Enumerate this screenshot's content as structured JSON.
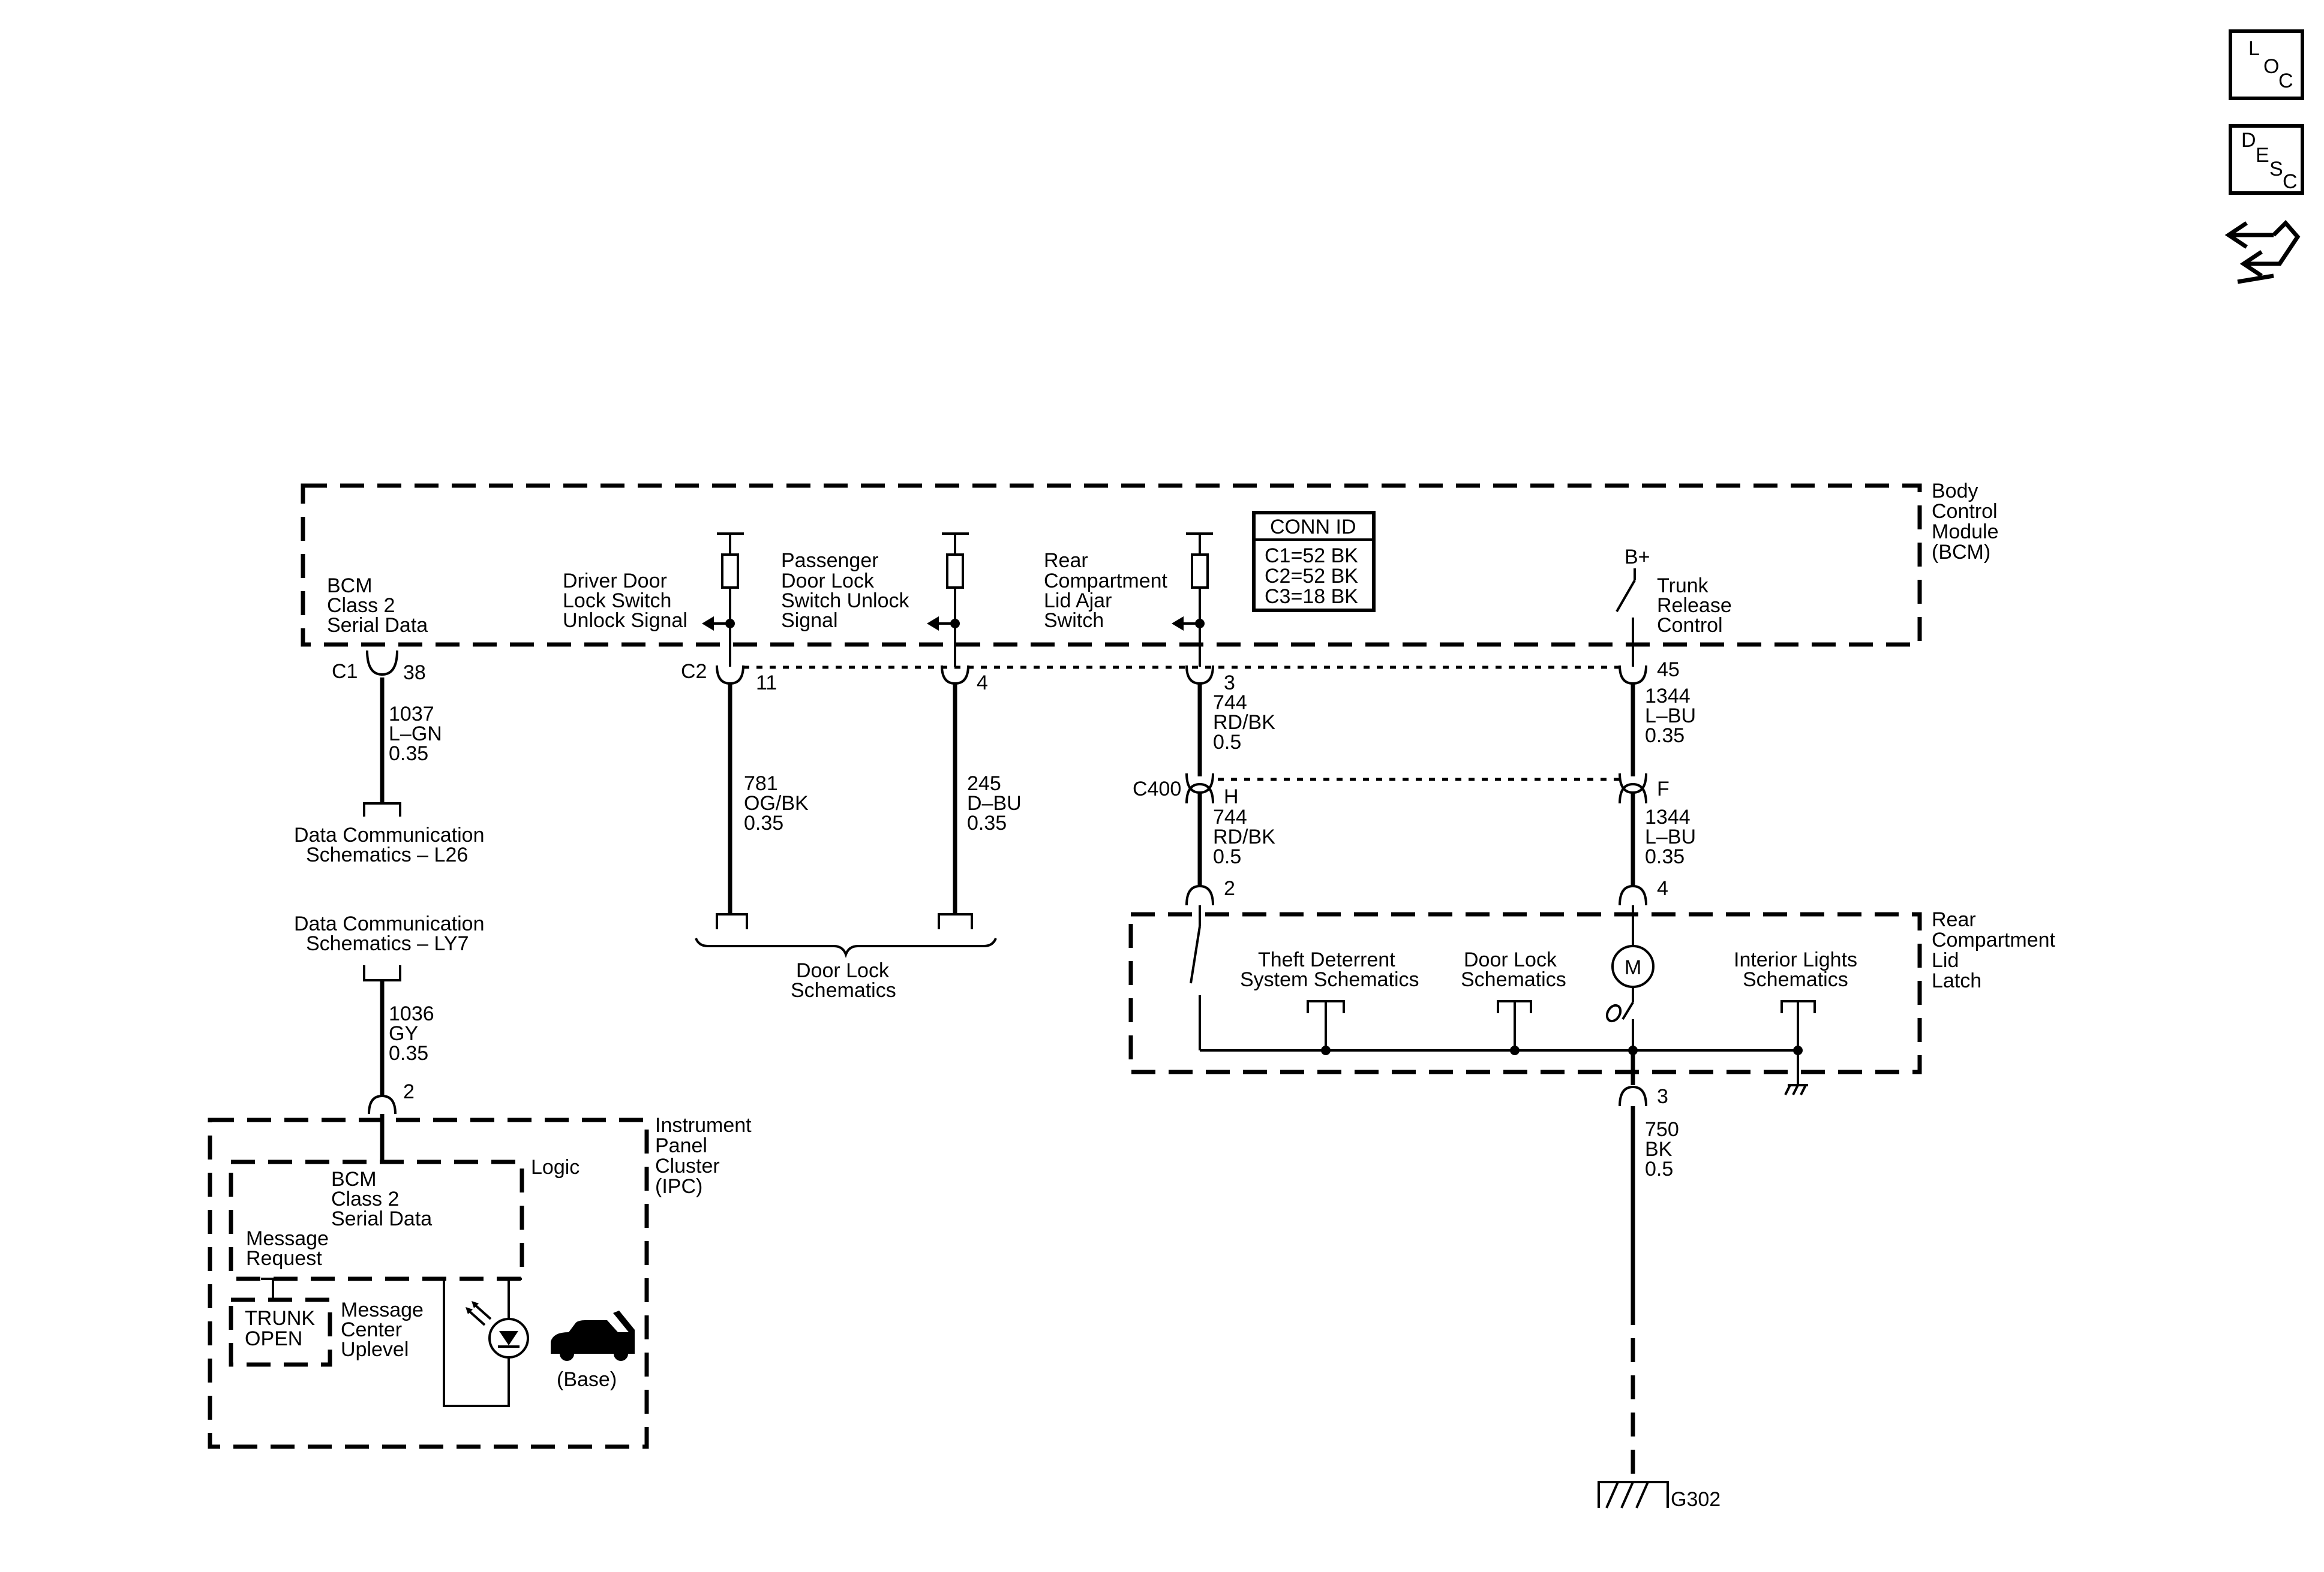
{
  "nav": {
    "loc": {
      "l": "L",
      "o": "O",
      "c": "C"
    },
    "desc": {
      "d": "D",
      "e": "E",
      "s": "S",
      "c": "C"
    },
    "nav_icon": "navigate-arrows-icon"
  },
  "bcm": {
    "title": [
      "Body",
      "Control",
      "Module",
      "(BCM)"
    ],
    "serial_label": [
      "BCM",
      "Class 2",
      "Serial Data"
    ],
    "driver_label": [
      "Driver Door",
      "Lock Switch",
      "Unlock Signal"
    ],
    "passenger_label": [
      "Passenger",
      "Door Lock",
      "Switch Unlock",
      "Signal"
    ],
    "rear_label": [
      "Rear",
      "Compartment",
      "Lid Ajar",
      "Switch"
    ],
    "bplus": "B+",
    "trunk_label": [
      "Trunk",
      "Release",
      "Control"
    ],
    "conn": {
      "header": "CONN ID",
      "rows": [
        "C1=52 BK",
        "C2=52 BK",
        "C3=18 BK"
      ]
    }
  },
  "pins": {
    "c1": "C1",
    "c1_pin": "38",
    "c2": "C2",
    "c2_pin": "11",
    "pass_pin": "4",
    "rear_pin": "3",
    "trunk_pin": "45",
    "c400": "C400",
    "c400_h": "H",
    "c400_f": "F",
    "latch_2": "2",
    "latch_4": "4",
    "latch_3": "3",
    "ipc_pin": "2"
  },
  "wires": {
    "w1037": [
      "1037",
      "L–GN",
      "0.35"
    ],
    "w781": [
      "781",
      "OG/BK",
      "0.35"
    ],
    "w245": [
      "245",
      "D–BU",
      "0.35"
    ],
    "w744a": [
      "744",
      "RD/BK",
      "0.5"
    ],
    "w1344a": [
      "1344",
      "L–BU",
      "0.35"
    ],
    "w744b": [
      "744",
      "RD/BK",
      "0.5"
    ],
    "w1344b": [
      "1344",
      "L–BU",
      "0.35"
    ],
    "w1036": [
      "1036",
      "GY",
      "0.35"
    ],
    "w750": [
      "750",
      "BK",
      "0.5"
    ]
  },
  "refs": {
    "l26": [
      "Data Communication",
      "Schematics – L26"
    ],
    "ly7": [
      "Data Communication",
      "Schematics – LY7"
    ],
    "door_lock": [
      "Door Lock",
      "Schematics"
    ],
    "theft": [
      "Theft Deterrent",
      "System Schematics"
    ],
    "door_lock2": [
      "Door Lock",
      "Schematics"
    ],
    "interior": [
      "Interior Lights",
      "Schematics"
    ]
  },
  "latch": {
    "title": [
      "Rear",
      "Compartment",
      "Lid",
      "Latch"
    ],
    "motor": "M"
  },
  "ground": "G302",
  "ipc": {
    "title": [
      "Instrument",
      "Panel",
      "Cluster",
      "(IPC)"
    ],
    "logic": "Logic",
    "serial": [
      "BCM",
      "Class 2",
      "Serial Data"
    ],
    "message_request": [
      "Message",
      "Request"
    ],
    "trunk_open": [
      "TRUNK",
      "OPEN"
    ],
    "message_center": [
      "Message",
      "Center",
      "Uplevel"
    ],
    "base": "(Base)"
  }
}
